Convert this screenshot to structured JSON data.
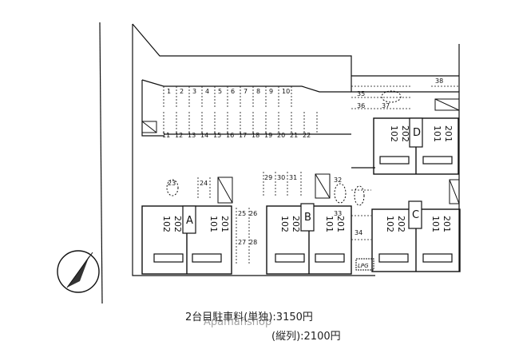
{
  "parking_upper": [
    "1",
    "2",
    "3",
    "4",
    "5",
    "6",
    "7",
    "8",
    "9",
    "10"
  ],
  "parking_lower": [
    "11",
    "12",
    "13",
    "14",
    "15",
    "16",
    "17",
    "18",
    "19",
    "20",
    "21",
    "22"
  ],
  "right_spaces": [
    "35",
    "36",
    "37",
    "38"
  ],
  "middle_spaces": [
    "23",
    "24",
    "25",
    "26",
    "27",
    "28",
    "29",
    "30",
    "31",
    "32",
    "33",
    "34"
  ],
  "buildings": [
    {
      "label": "A",
      "units": [
        {
          "top": "102",
          "bottom": "202"
        },
        {
          "top": "101",
          "bottom": "201"
        }
      ]
    },
    {
      "label": "B",
      "units": [
        {
          "top": "102",
          "bottom": "202"
        },
        {
          "top": "101",
          "bottom": "201"
        }
      ]
    },
    {
      "label": "C",
      "units": [
        {
          "top": "102",
          "bottom": "202"
        },
        {
          "top": "101",
          "bottom": "201"
        }
      ]
    },
    {
      "label": "D",
      "units": [
        {
          "top": "102",
          "bottom": "202"
        },
        {
          "top": "101",
          "bottom": "201"
        }
      ]
    }
  ],
  "lpg_label": "LPG",
  "fees": {
    "line1_label": "2台目駐車料(単独)",
    "line1_value": ":3150円",
    "line2_label": "(縦列)",
    "line2_value": ":2100円"
  },
  "watermark": "Apamanshop"
}
